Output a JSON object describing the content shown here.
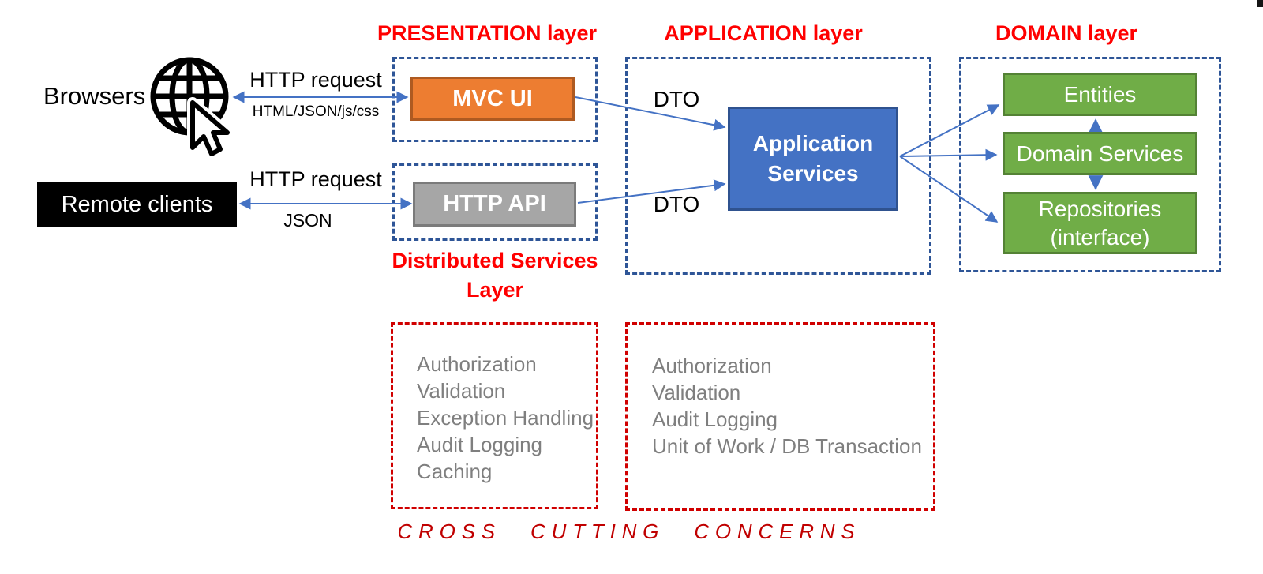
{
  "left": {
    "browsers_label": "Browsers",
    "remote_clients_label": "Remote clients",
    "browser_arrow": {
      "top_label": "HTTP request",
      "bottom_label": "HTML/JSON/js/css"
    },
    "remote_arrow": {
      "top_label": "HTTP request",
      "bottom_label": "JSON"
    }
  },
  "presentation": {
    "title": "PRESENTATION layer",
    "mvc_ui_label": "MVC UI",
    "http_api_label": "HTTP API",
    "distributed_title_line1": "Distributed Services",
    "distributed_title_line2": "Layer"
  },
  "application": {
    "title": "APPLICATION layer",
    "dto_top": "DTO",
    "dto_bottom": "DTO",
    "services_line1": "Application",
    "services_line2": "Services"
  },
  "domain": {
    "title": "DOMAIN layer",
    "entities_label": "Entities",
    "domain_services_label": "Domain Services",
    "repositories_line1": "Repositories",
    "repositories_line2": "(interface)"
  },
  "cross_cutting": {
    "left_items": [
      "Authorization",
      "Validation",
      "Exception Handling",
      "Audit Logging",
      "Caching"
    ],
    "right_items": [
      "Authorization",
      "Validation",
      "Audit Logging",
      "Unit of Work / DB Transaction"
    ],
    "footer": "CROSS CUTTING CONCERNS"
  },
  "colors": {
    "mvc_orange": "#ed7d31",
    "api_gray": "#a6a6a6",
    "services_blue": "#4472c4",
    "domain_green": "#70ad47",
    "layer_title_red": "#ff0000",
    "cross_cutting_red": "#d00000",
    "dashed_layer_blue": "#2e5597",
    "arrow_blue": "#4472c4",
    "muted_text_gray": "#7f7f7f"
  }
}
